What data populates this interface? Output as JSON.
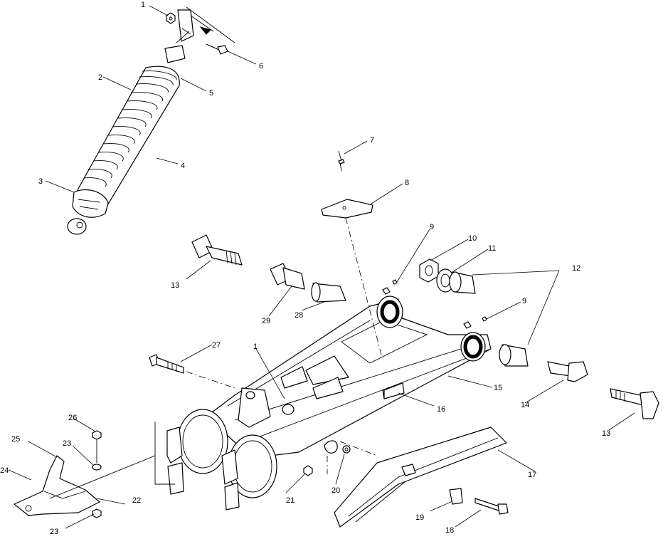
{
  "callouts": {
    "c1_top": "1",
    "c2": "2",
    "c3": "3",
    "c4": "4",
    "c5": "5",
    "c6": "6",
    "c7": "7",
    "c8": "8",
    "c9_upper": "9",
    "c10": "10",
    "c11": "11",
    "c12": "12",
    "c9_lower": "9",
    "c13_left": "13",
    "c29": "29",
    "c28": "28",
    "c27": "27",
    "c1_mid": "1",
    "c15": "15",
    "c16": "16",
    "c14": "14",
    "c13_right": "13",
    "c26": "26",
    "c25": "25",
    "c23_upper": "23",
    "c24": "24",
    "c22": "22",
    "c23_lower": "23",
    "c21": "21",
    "c20": "20",
    "c17": "17",
    "c19": "19",
    "c18": "18"
  }
}
